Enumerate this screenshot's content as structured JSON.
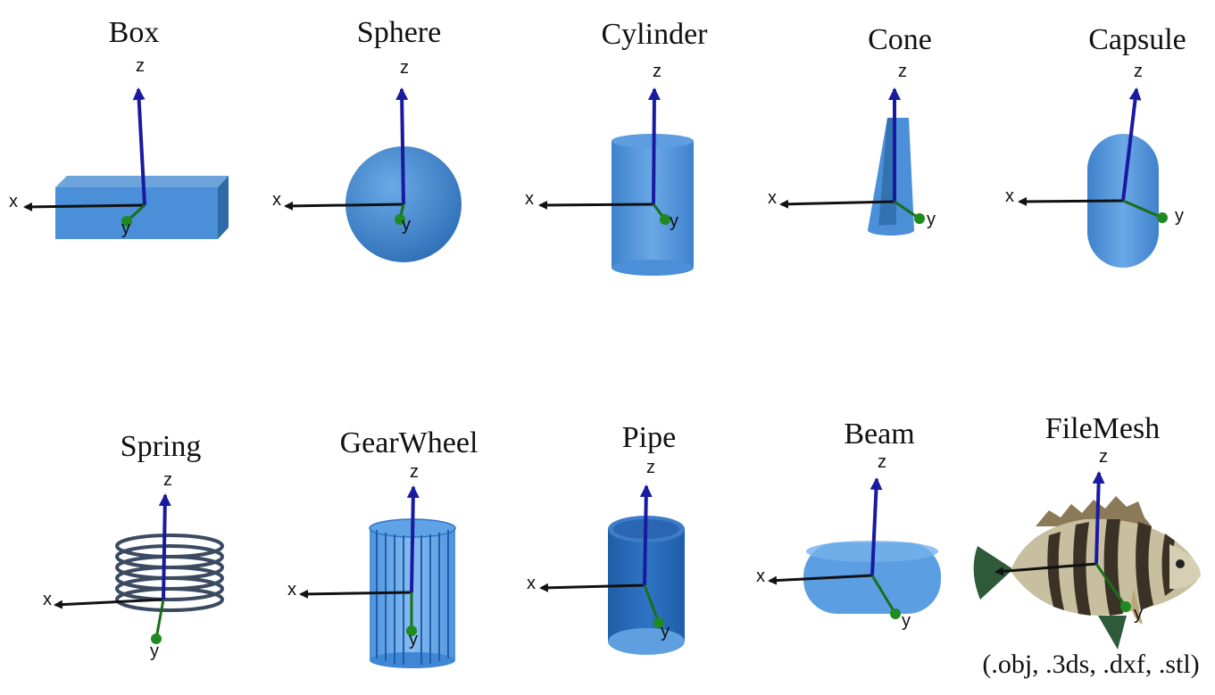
{
  "shapes": [
    {
      "id": "box",
      "title": "Box"
    },
    {
      "id": "sphere",
      "title": "Sphere"
    },
    {
      "id": "cylinder",
      "title": "Cylinder"
    },
    {
      "id": "cone",
      "title": "Cone"
    },
    {
      "id": "capsule",
      "title": "Capsule"
    },
    {
      "id": "spring",
      "title": "Spring"
    },
    {
      "id": "gearwheel",
      "title": "GearWheel"
    },
    {
      "id": "pipe",
      "title": "Pipe"
    },
    {
      "id": "beam",
      "title": "Beam"
    },
    {
      "id": "filemesh",
      "title": "FileMesh"
    }
  ],
  "axes": {
    "x": "x",
    "y": "y",
    "z": "z"
  },
  "filemesh_formats": "(.obj, .3ds, .dxf, .stl)",
  "colors": {
    "shape_fill": "#4a8fd8",
    "shape_edge": "#2a64a8",
    "z_axis": "#1a1aa0",
    "x_axis": "#111111",
    "y_axis": "#1a6e1a",
    "y_tip": "#1f8a1f"
  }
}
